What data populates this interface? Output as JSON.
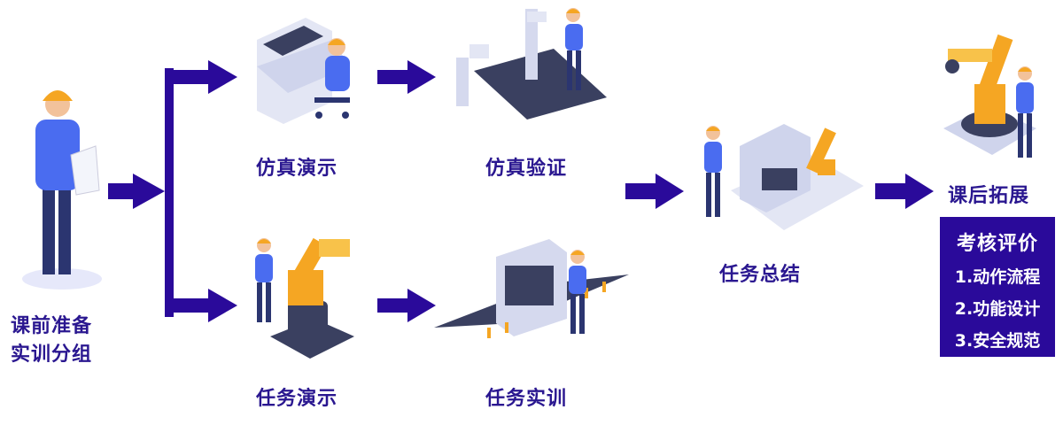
{
  "steps": {
    "prep_line1": "课前准备",
    "prep_line2": "实训分组",
    "sim_demo": "仿真演示",
    "sim_verify": "仿真验证",
    "task_demo": "任务演示",
    "task_practice": "任务实训",
    "task_summary": "任务总结",
    "extension": "课后拓展"
  },
  "evaluation": {
    "title": "考核评价",
    "items": [
      "1.动作流程",
      "2.功能设计",
      "3.安全规范"
    ]
  },
  "colors": {
    "arrow": "#2a0a9a",
    "label": "#2a1790",
    "worker": "#4a6cf0",
    "robot": "#f5a623"
  }
}
